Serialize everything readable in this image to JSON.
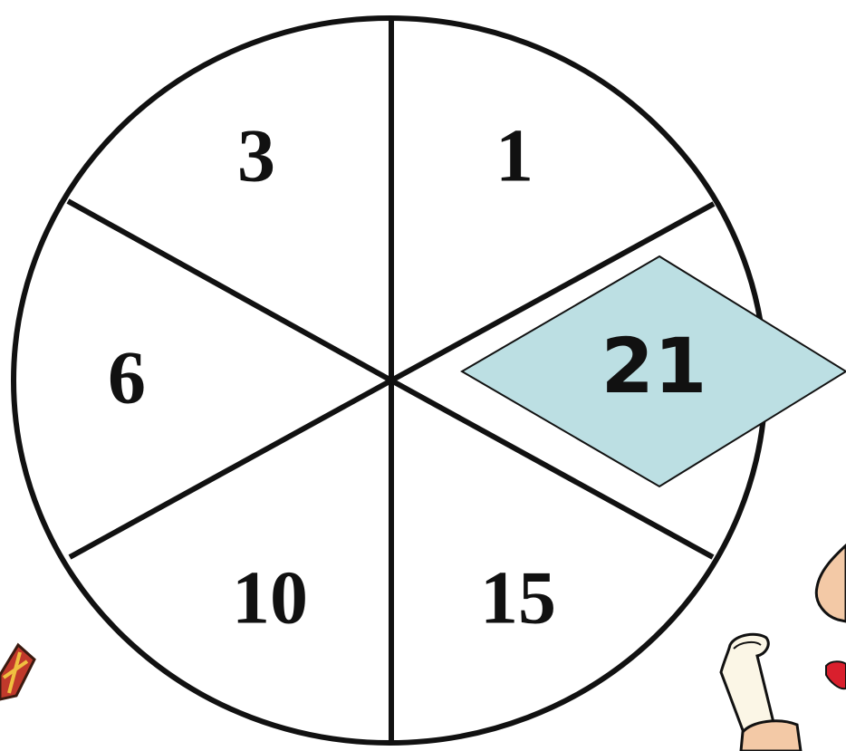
{
  "wheel": {
    "segments": [
      {
        "label": "1"
      },
      {
        "label": "3"
      },
      {
        "label": "6"
      },
      {
        "label": "10"
      },
      {
        "label": "15"
      },
      {
        "label": "21"
      }
    ]
  },
  "answer_card": {
    "value": "21",
    "fill_color": "#bcdfe3"
  },
  "decorations": {
    "left": "gift-box-icon",
    "right": "cartoon-character-with-scroll-icon"
  }
}
